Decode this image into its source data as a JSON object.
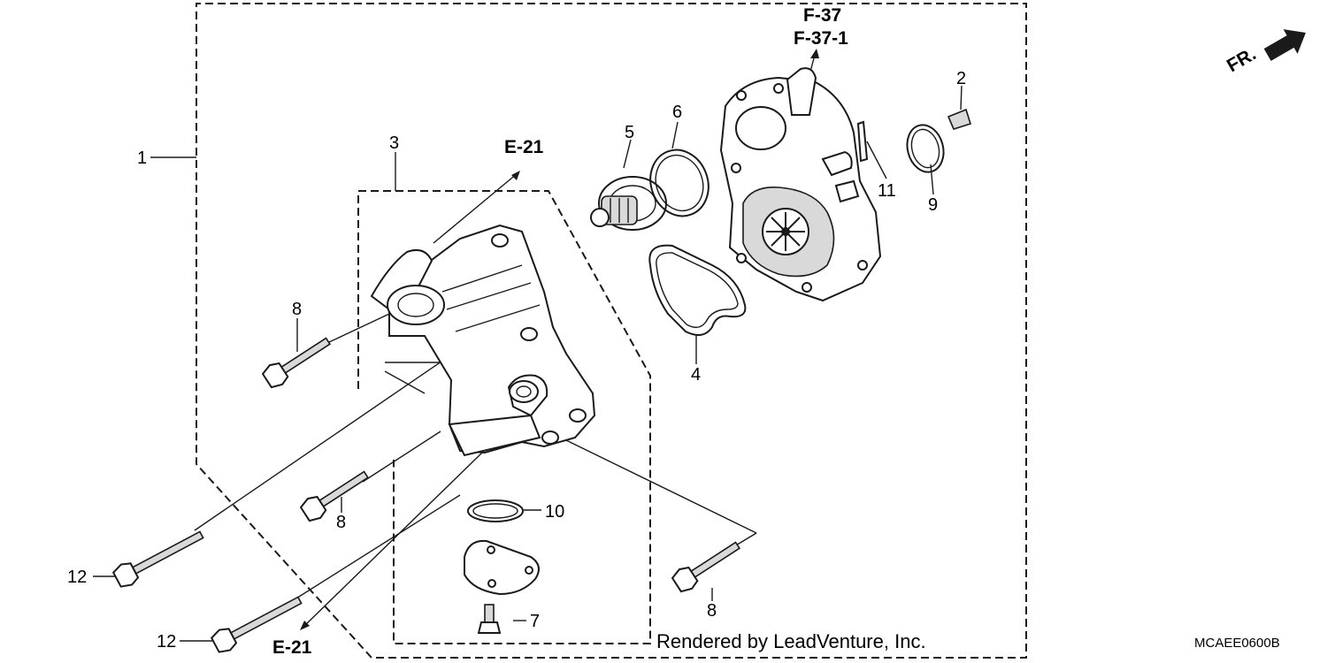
{
  "callouts": {
    "c1": "1",
    "c2": "2",
    "c3": "3",
    "c4": "4",
    "c5": "5",
    "c6": "6",
    "c7": "7",
    "c8a": "8",
    "c8b": "8",
    "c8c": "8",
    "c9": "9",
    "c10": "10",
    "c11": "11",
    "c12a": "12",
    "c12b": "12"
  },
  "references": {
    "f37": "F-37",
    "f37_1": "F-37-1",
    "e21_top": "E-21",
    "e21_bottom": "E-21"
  },
  "direction_label": "FR.",
  "credit": "Rendered by LeadVenture, Inc.",
  "diagram_code": "MCAEE0600B"
}
